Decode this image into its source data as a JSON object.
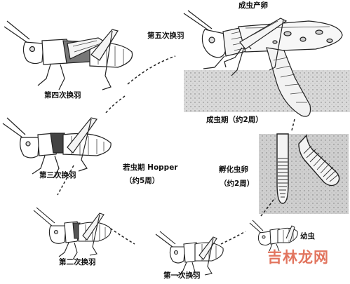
{
  "labels": {
    "adult_egg_laying": "成虫产卵",
    "fifth_molt": "第五次换羽",
    "fourth_molt": "第四次换羽",
    "adult_period": "成虫期（约2周）",
    "third_molt": "第三次换羽",
    "nymph_period": "若虫期 Hopper",
    "nymph_duration": "（约5周）",
    "egg_hatching": "孵化虫卵",
    "egg_duration": "（约2周）",
    "second_molt": "第二次换羽",
    "first_molt": "第一次换羽",
    "larva": "幼虫"
  },
  "watermark": {
    "text": "吉林龙网",
    "color": "#e06a52"
  },
  "colors": {
    "line": "#222222",
    "ground": "#d9d9d9",
    "panel": "#cfcfcf",
    "shadow": "#555555"
  }
}
